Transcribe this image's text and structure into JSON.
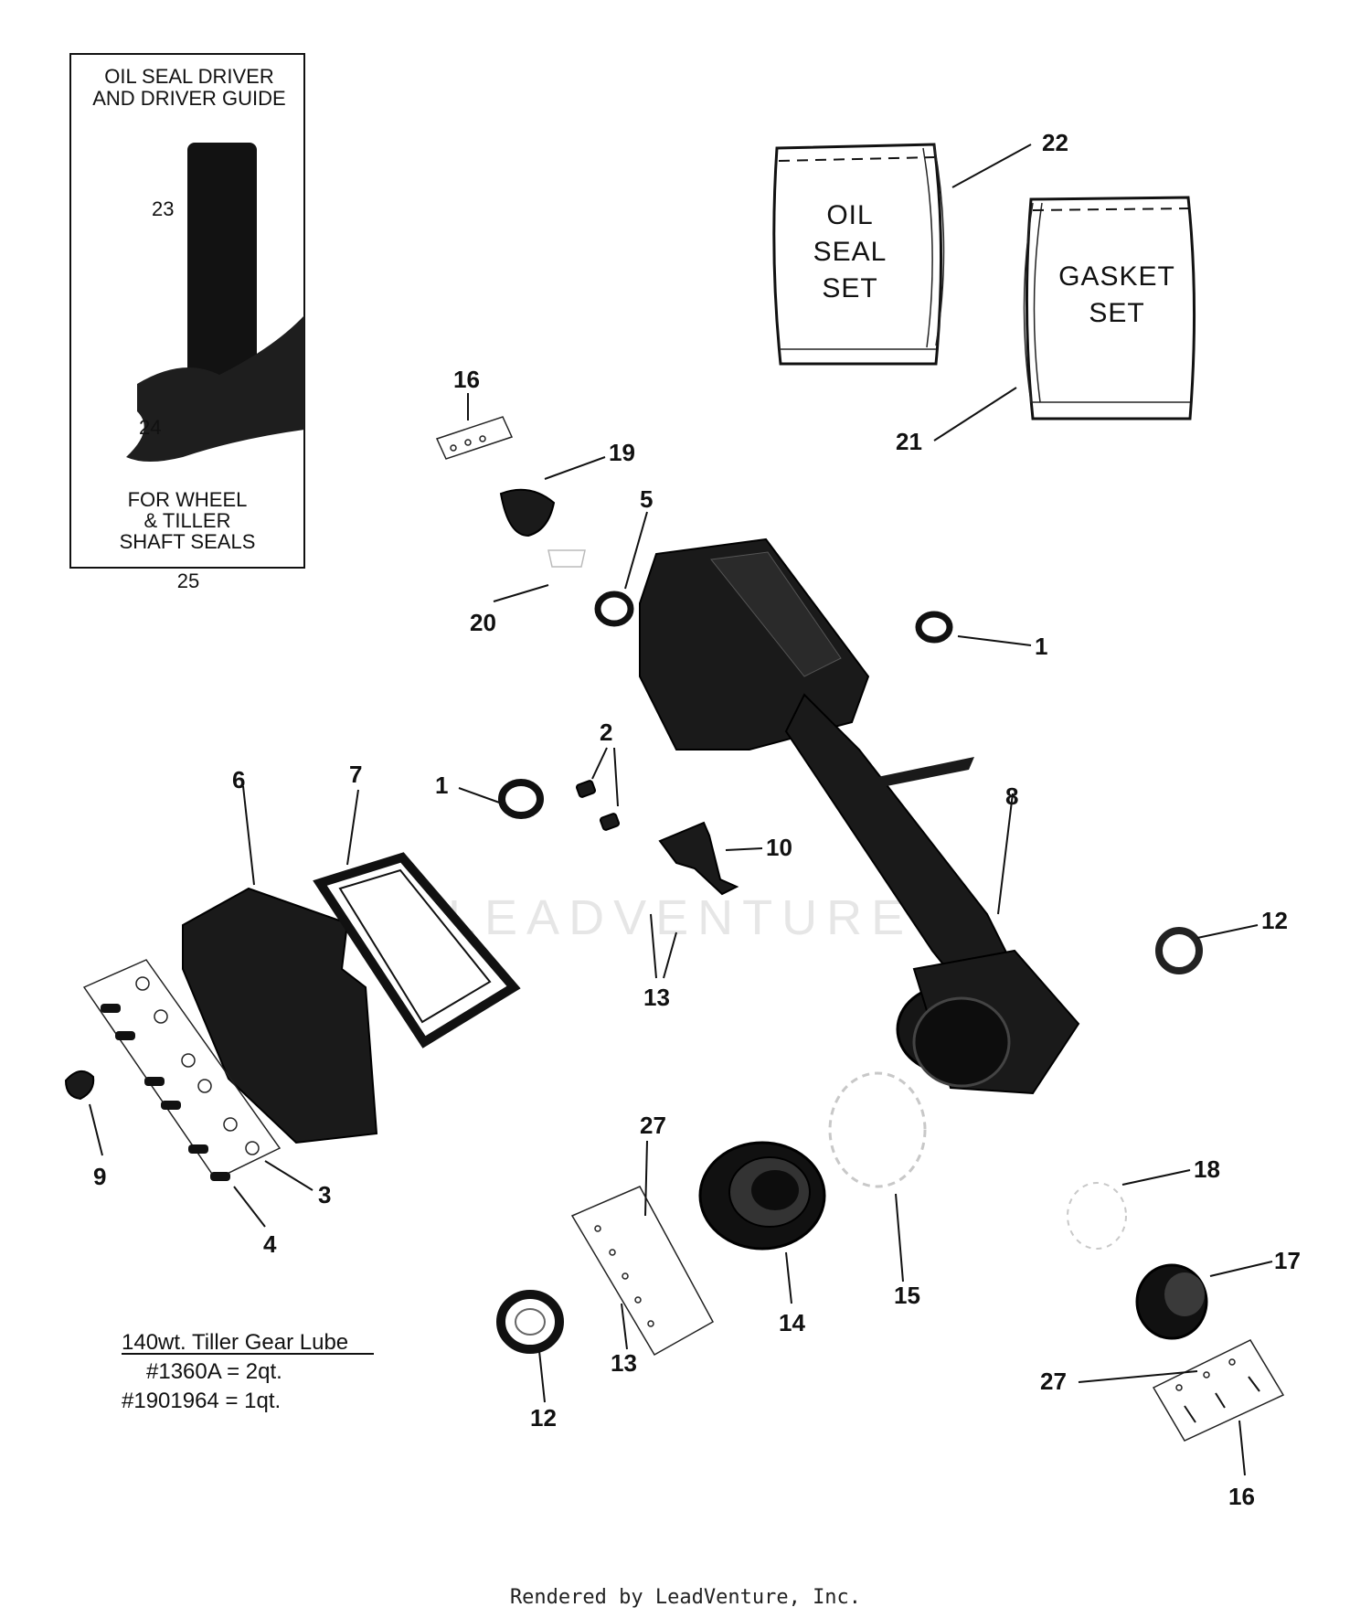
{
  "tool_box": {
    "title_line1": "OIL SEAL DRIVER",
    "title_line2": "AND DRIVER GUIDE",
    "label_driver": "23",
    "label_guide": "24",
    "caption_line1": "FOR WHEEL",
    "caption_line2": "& TILLER",
    "caption_line3": "SHAFT SEALS",
    "part_number": "25"
  },
  "bags": {
    "oil_seal": {
      "line1": "OIL",
      "line2": "SEAL",
      "line3": "SET",
      "number": "22"
    },
    "gasket": {
      "line1": "GASKET",
      "line2": "SET",
      "number": "21"
    }
  },
  "callouts": {
    "c16_top": "16",
    "c19": "19",
    "c5": "5",
    "c20": "20",
    "c1_right": "1",
    "c2": "2",
    "c1_left": "1",
    "c6": "6",
    "c7": "7",
    "c10": "10",
    "c8": "8",
    "c12_right": "12",
    "c13_mid": "13",
    "c9": "9",
    "c3": "3",
    "c4": "4",
    "c27_left": "27",
    "c14": "14",
    "c15": "15",
    "c18": "18",
    "c17": "17",
    "c13_bottom": "13",
    "c12_bottom": "12",
    "c27_right": "27",
    "c16_bottom": "16"
  },
  "lube_note": {
    "title": "140wt. Tiller Gear Lube",
    "line1": "#1360A = 2qt.",
    "line2": "#1901964 = 1qt."
  },
  "watermark": "LEADVENTURE",
  "footer": "Rendered by LeadVenture, Inc."
}
